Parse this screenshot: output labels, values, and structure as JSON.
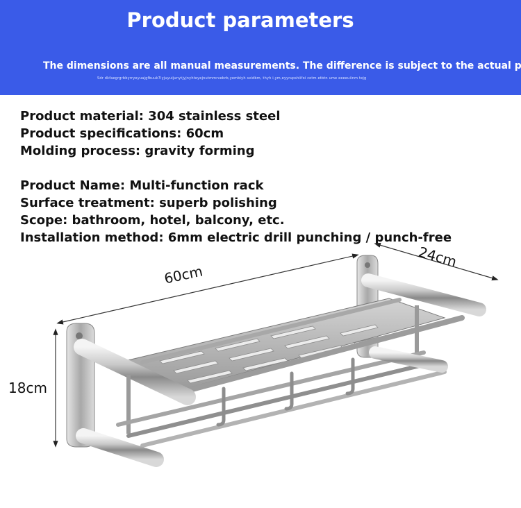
{
  "banner": {
    "title": "Product parameters",
    "subtitle": "The dimensions are all manual measurements. The difference is subject to the actual proc",
    "fine_print": "Sdr dkfaegrgrbbyrryeyuajgfbuuk7iyjuyuijunytjyjnyhteyejnutmmrvebrb,yembiyh sxidbm, thyh i,ym,eyyrupshiifoi cotm etbtn ume eeeeuiinm tejg"
  },
  "specs": [
    "Product material: 304 stainless steel",
    "Product specifications: 60cm",
    "Molding process: gravity forming",
    "Product Name: Multi-function rack",
    "Surface treatment: superb polishing",
    "Scope: bathroom, hotel, balcony, etc.",
    "Installation method: 6mm electric drill punching / punch-free"
  ],
  "dimensions": {
    "length": "60cm",
    "depth": "24cm",
    "height": "18cm"
  }
}
